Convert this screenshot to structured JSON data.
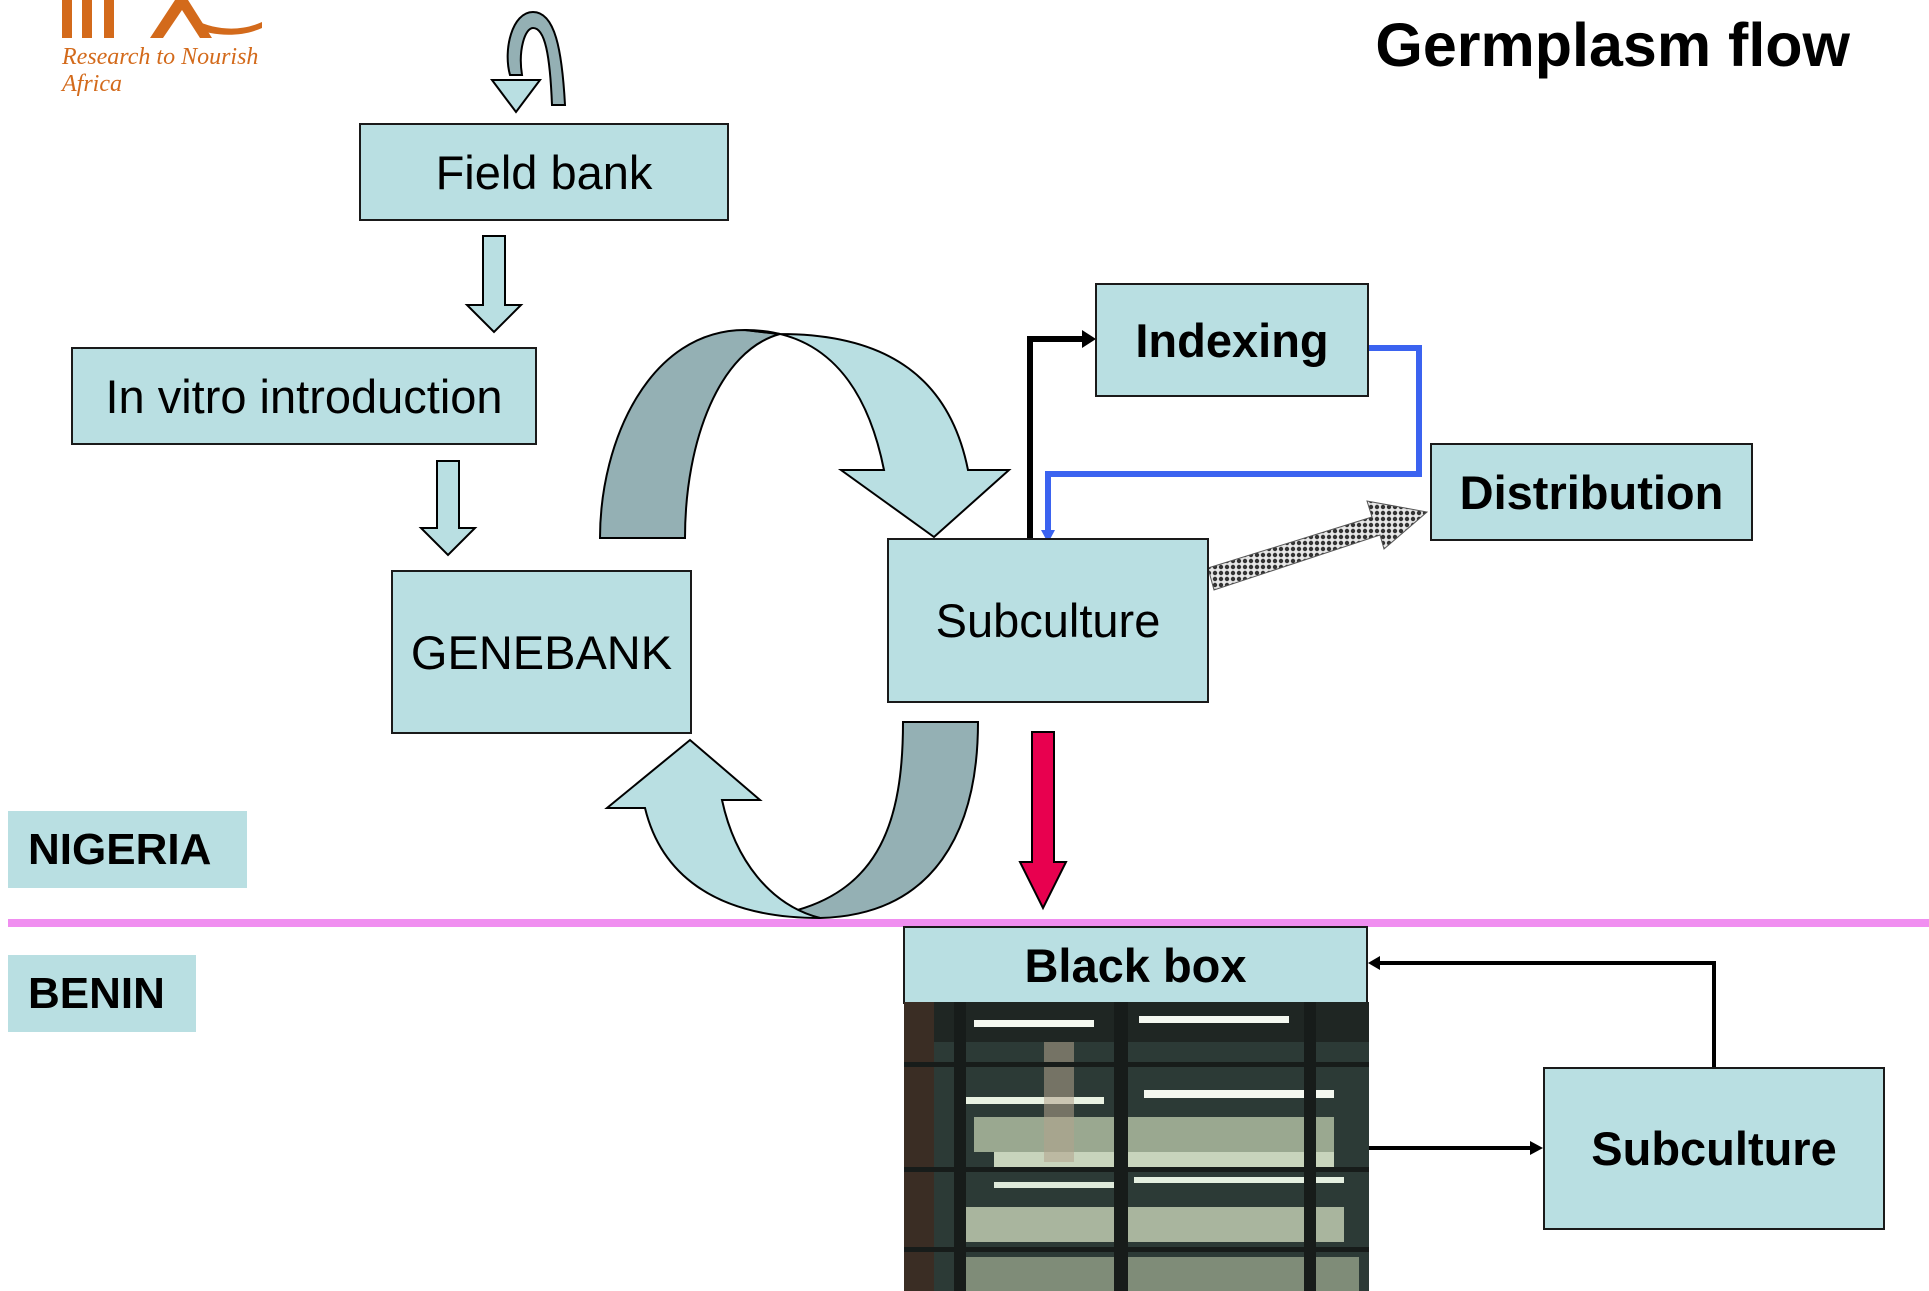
{
  "title": "Germplasm flow",
  "logo": {
    "tagline": "Research to Nourish Africa",
    "color": "#d36a1b"
  },
  "nodes": {
    "field_bank": "Field bank",
    "in_vitro": "In vitro introduction",
    "genebank": "GENEBANK",
    "subculture_nigeria": "Subculture",
    "indexing": "Indexing",
    "distribution": "Distribution",
    "black_box": "Black box",
    "subculture_benin": "Subculture"
  },
  "regions": {
    "nigeria": "NIGERIA",
    "benin": "BENIN"
  },
  "colors": {
    "box_fill": "#b9dfe2",
    "arrow_dark": "#94b0b4",
    "indexing_link": "#3b63f0",
    "transfer_arrow": "#e8004f",
    "border_line": "#f08ef0"
  }
}
